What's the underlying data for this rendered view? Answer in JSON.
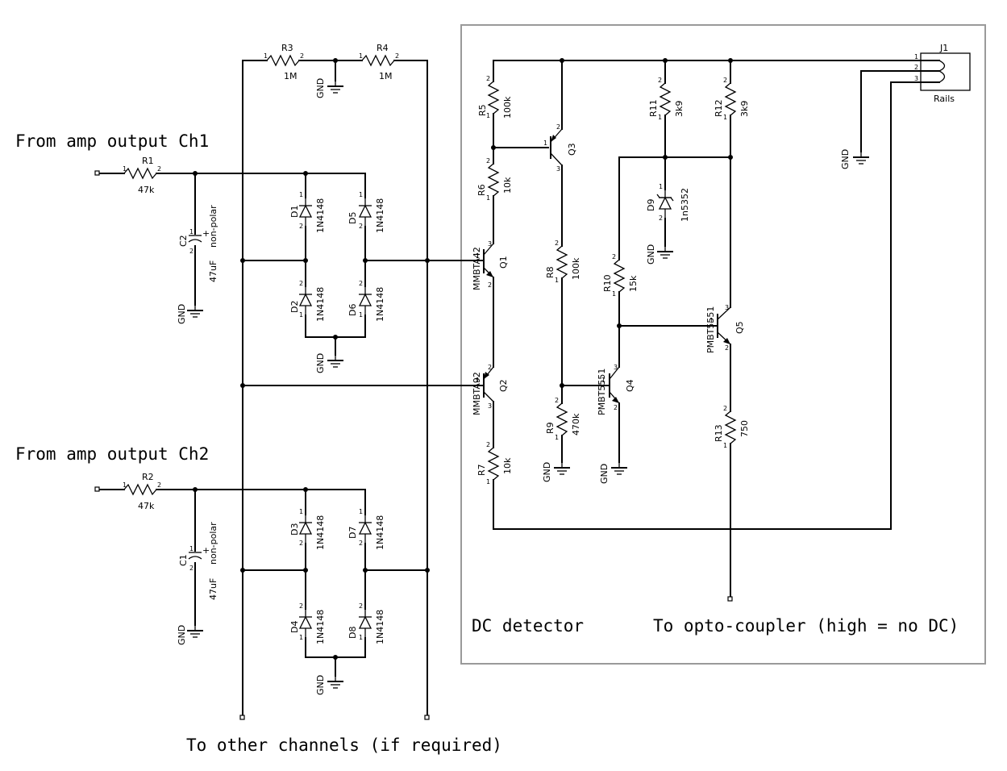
{
  "headings": {
    "ch1": "From amp output Ch1",
    "ch2": "From amp output Ch2",
    "other_channels": "To other channels (if required)",
    "dc_detector": "DC detector",
    "opto": "To opto-coupler (high = no DC)"
  },
  "gnd_label": "GND",
  "components": {
    "R1": {
      "ref": "R1",
      "value": "47k"
    },
    "R2": {
      "ref": "R2",
      "value": "47k"
    },
    "R3": {
      "ref": "R3",
      "value": "1M"
    },
    "R4": {
      "ref": "R4",
      "value": "1M"
    },
    "R5": {
      "ref": "R5",
      "value": "100k"
    },
    "R6": {
      "ref": "R6",
      "value": "10k"
    },
    "R7": {
      "ref": "R7",
      "value": "10k"
    },
    "R8": {
      "ref": "R8",
      "value": "100k"
    },
    "R9": {
      "ref": "R9",
      "value": "470k"
    },
    "R10": {
      "ref": "R10",
      "value": "15k"
    },
    "R11": {
      "ref": "R11",
      "value": "3k9"
    },
    "R12": {
      "ref": "R12",
      "value": "3k9"
    },
    "R13": {
      "ref": "R13",
      "value": "750"
    },
    "C1": {
      "ref": "C1",
      "value": "47uF",
      "note": "non-polar"
    },
    "C2": {
      "ref": "C2",
      "value": "47uF",
      "note": "non-polar"
    },
    "D1": {
      "ref": "D1",
      "value": "1N4148"
    },
    "D2": {
      "ref": "D2",
      "value": "1N4148"
    },
    "D3": {
      "ref": "D3",
      "value": "1N4148"
    },
    "D4": {
      "ref": "D4",
      "value": "1N4148"
    },
    "D5": {
      "ref": "D5",
      "value": "1N4148"
    },
    "D6": {
      "ref": "D6",
      "value": "1N4148"
    },
    "D7": {
      "ref": "D7",
      "value": "1N4148"
    },
    "D8": {
      "ref": "D8",
      "value": "1N4148"
    },
    "D9": {
      "ref": "D9",
      "value": "1n5352"
    },
    "Q1": {
      "ref": "Q1",
      "value": "MMBTA42"
    },
    "Q2": {
      "ref": "Q2",
      "value": "MMBTA92"
    },
    "Q3": {
      "ref": "Q3",
      "value": ""
    },
    "Q4": {
      "ref": "Q4",
      "value": "PMBT5551"
    },
    "Q5": {
      "ref": "Q5",
      "value": "PMBT5551"
    },
    "J1": {
      "ref": "J1",
      "value": "Rails"
    }
  }
}
